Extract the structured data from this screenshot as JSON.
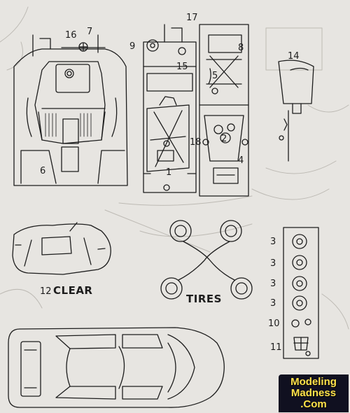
{
  "diagram": {
    "background": "#e7e5e1",
    "ink": "#1d1d1d",
    "part_numbers": {
      "p1": "1",
      "p2": "2",
      "p3a": "3",
      "p3b": "3",
      "p3c": "3",
      "p3d": "3",
      "p4": "4",
      "p5": "5",
      "p6": "6",
      "p7": "7",
      "p8": "8",
      "p9": "9",
      "p10": "10",
      "p11": "11",
      "p12": "12",
      "p14": "14",
      "p15": "15",
      "p16": "16",
      "p17": "17",
      "p18": "18"
    },
    "captions": {
      "clear": "CLEAR",
      "tires": "TIRES"
    }
  },
  "watermark": {
    "line1": "Modeling",
    "line2": "Madness",
    "line3": ".Com",
    "colors": {
      "text": "#ffe24a",
      "box": "#101020"
    }
  }
}
